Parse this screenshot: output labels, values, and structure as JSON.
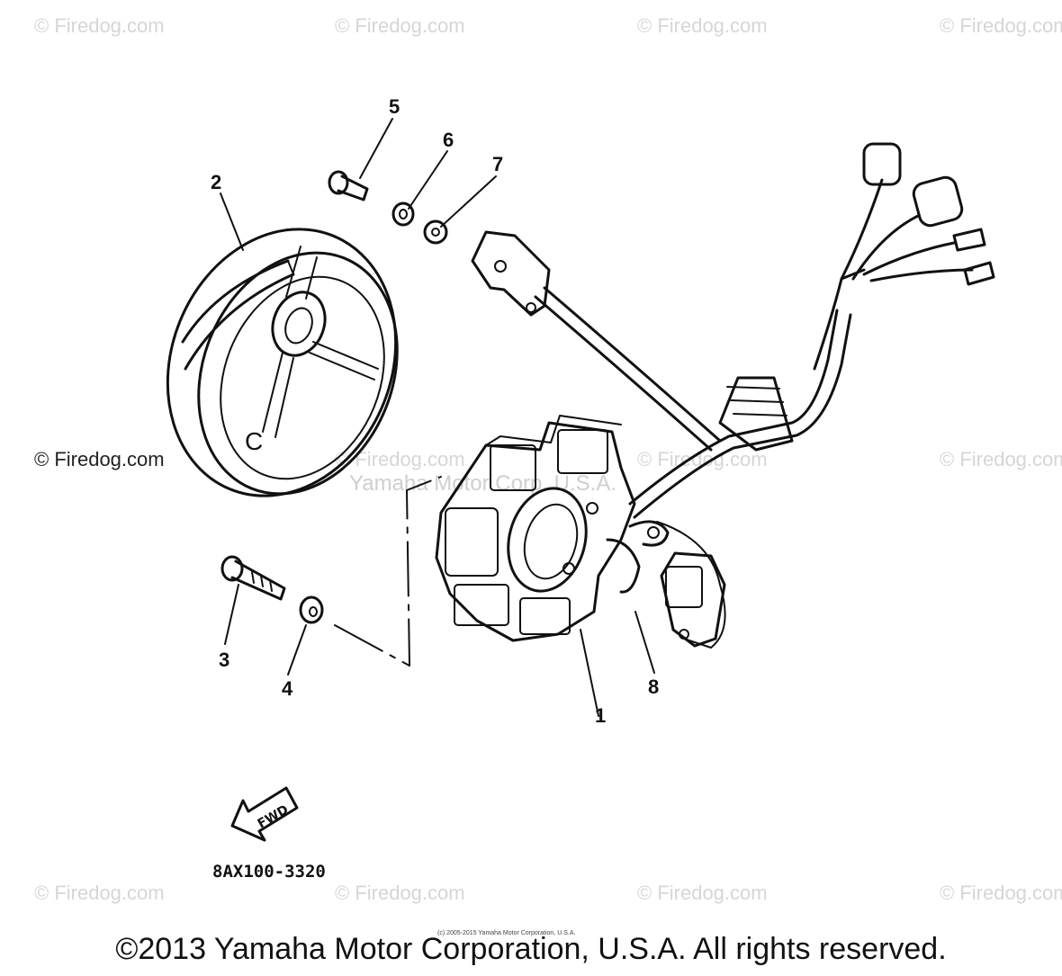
{
  "watermarks": {
    "grid_text": "© Firedog.com",
    "side_text": "© Firedog.com",
    "center_text": "Yamaha Motor Corp. U.S.A."
  },
  "callouts": [
    "1",
    "2",
    "3",
    "4",
    "5",
    "6",
    "7",
    "8"
  ],
  "parts": {
    "flywheel": "2",
    "stator": "1",
    "bolt_long": "3",
    "washer_lower": "4",
    "screw_upper": "5",
    "washer_upper_a": "6",
    "washer_upper_b": "7",
    "pickup_bracket": "8"
  },
  "fwd_label": "FWD",
  "diagram_code": "8AX100-3320",
  "tiny_note": "(c) 2005-2015 Yamaha Motor Corporation, U.S.A.",
  "copyright": "©2013 Yamaha Motor Corporation, U.S.A. All rights reserved.",
  "colors": {
    "ink": "#111111",
    "watermark": "#d6d6d6",
    "background": "#ffffff"
  }
}
